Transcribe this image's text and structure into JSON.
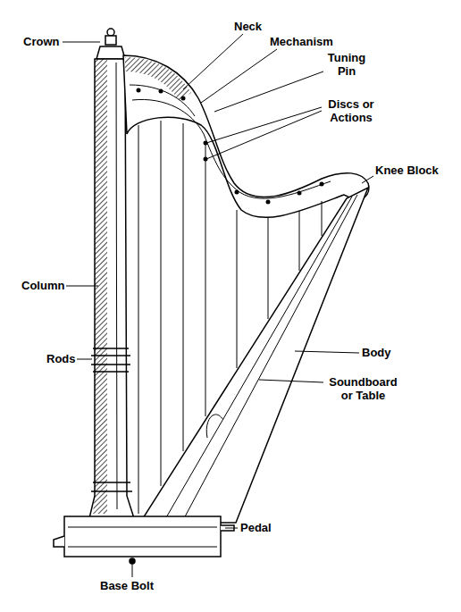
{
  "diagram": {
    "labels": [
      "Crown",
      "Neck",
      "Mechanism",
      "Tuning Pin",
      "Discs or Actions",
      "Knee Block",
      "Column",
      "Rods",
      "Body",
      "Soundboard or Table",
      "Pedal",
      "Base Bolt"
    ]
  }
}
